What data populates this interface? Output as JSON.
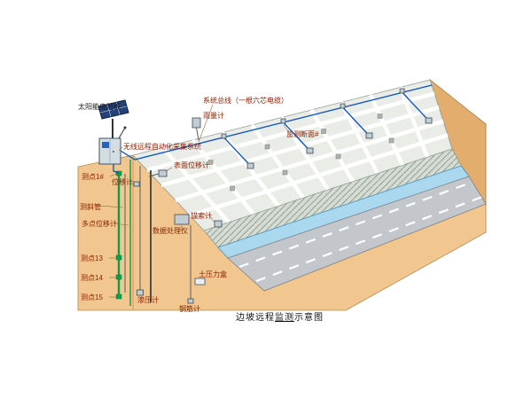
{
  "caption": {
    "part1": "边坡远程",
    "part2": "监测",
    "part3": "示意图"
  },
  "labels": {
    "solar_panel": "太阳能电池板",
    "wireless_system": "无线远程自动化采集系统",
    "system_bus": "系统总线（一根六芯电缆）",
    "rain_gauge": "雨量计",
    "monitoring_section": "监测断面#",
    "surface_displacement": "表面位移计",
    "displacement_meter": "位移计",
    "point_1": "测点1#",
    "inclinometer_tube": "测斜管",
    "multipoint_displacement": "多点位移计",
    "data_processor": "数据处理仪",
    "anchor_meter": "锚索计",
    "point_13": "测点13",
    "point_14": "测点14",
    "point_15": "测点15",
    "seepage_meter": "渗压计",
    "rebar_meter": "钢筋计",
    "earth_pressure_cell": "土压力盒"
  },
  "colors": {
    "soil": "#f2c68f",
    "soil_side": "#e3ad6d",
    "slope_face": "#e9ece7",
    "grid_line": "#ffffff",
    "channel": "#a9d8ef",
    "road": "#c3c6ca",
    "bus_line": "#0a53c0",
    "borehole_green": "#06a14e",
    "label_color": "#8b2000"
  }
}
